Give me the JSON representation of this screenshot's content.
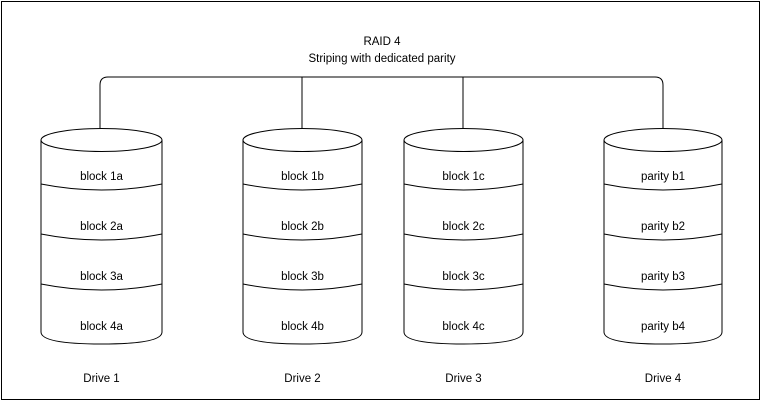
{
  "diagram": {
    "title": "RAID 4",
    "subtitle": "Striping with dedicated parity",
    "stroke_color": "#000000",
    "fill_color": "#ffffff",
    "background_color": "#ffffff",
    "drives": [
      {
        "label": "Drive 1",
        "blocks": [
          "block 1a",
          "block 2a",
          "block 3a",
          "block 4a"
        ]
      },
      {
        "label": "Drive 2",
        "blocks": [
          "block 1b",
          "block 2b",
          "block 3b",
          "block 4b"
        ]
      },
      {
        "label": "Drive 3",
        "blocks": [
          "block 1c",
          "block 2c",
          "block 3c",
          "block 4c"
        ]
      },
      {
        "label": "Drive 4",
        "blocks": [
          "parity b1",
          "parity b2",
          "parity b3",
          "parity b4"
        ]
      }
    ]
  }
}
